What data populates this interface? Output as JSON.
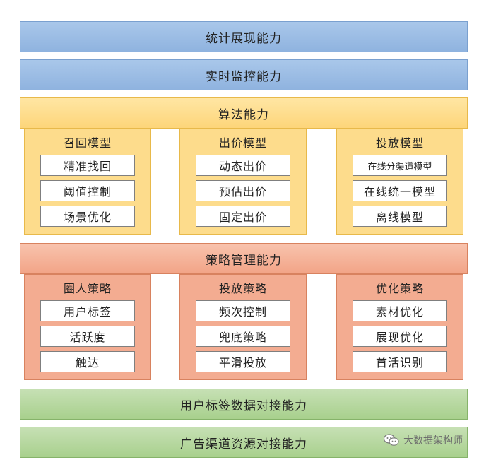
{
  "layers": {
    "stats": "统计展现能力",
    "monitor": "实时监控能力",
    "algorithm": "算法能力",
    "strategy": "策略管理能力",
    "user_tag": "用户标签数据对接能力",
    "channel": "广告渠道资源对接能力"
  },
  "algorithm_panels": [
    {
      "title": "召回模型",
      "items": [
        "精准找回",
        "阈值控制",
        "场景优化"
      ]
    },
    {
      "title": "出价模型",
      "items": [
        "动态出价",
        "预估出价",
        "固定出价"
      ]
    },
    {
      "title": "投放模型",
      "items": [
        "在线分渠道模型",
        "在线统一模型",
        "离线模型"
      ]
    }
  ],
  "strategy_panels": [
    {
      "title": "圈人策略",
      "items": [
        "用户标签",
        "活跃度",
        "触达"
      ]
    },
    {
      "title": "投放策略",
      "items": [
        "频次控制",
        "兜底策略",
        "平滑投放"
      ]
    },
    {
      "title": "优化策略",
      "items": [
        "素材优化",
        "展现优化",
        "首活识别"
      ]
    }
  ],
  "watermark": {
    "text": "大数据架构师",
    "icon": "wechat-icon"
  },
  "colors": {
    "blue": "#8fb3df",
    "yellow": "#fdd57a",
    "orange": "#f2a487",
    "green": "#a8d08d"
  }
}
